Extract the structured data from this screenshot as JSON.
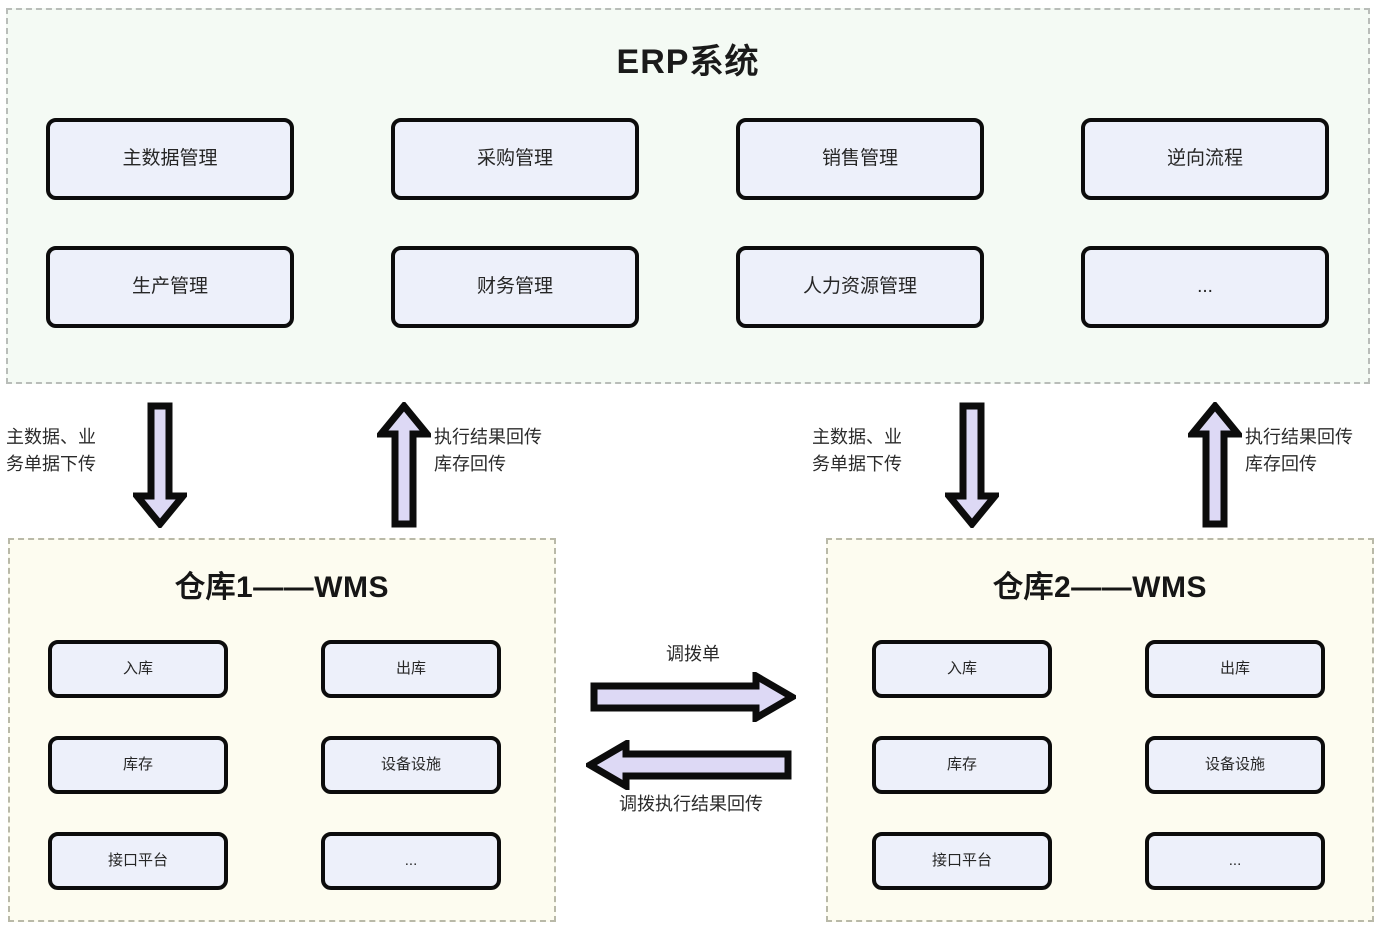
{
  "erp": {
    "title": "ERP系统",
    "modules": [
      {
        "label": "主数据管理"
      },
      {
        "label": "采购管理"
      },
      {
        "label": "销售管理"
      },
      {
        "label": "逆向流程"
      },
      {
        "label": "生产管理"
      },
      {
        "label": "财务管理"
      },
      {
        "label": "人力资源管理"
      },
      {
        "label": "..."
      }
    ]
  },
  "flows": {
    "left_down": {
      "label": "主数据、业\n务单据下传",
      "direction": "down",
      "icon": "arrow-down-icon"
    },
    "left_up": {
      "label": "执行结果回传\n库存回传",
      "direction": "up",
      "icon": "arrow-up-icon"
    },
    "right_down": {
      "label": "主数据、业\n务单据下传",
      "direction": "down",
      "icon": "arrow-down-icon"
    },
    "right_up": {
      "label": "执行结果回传\n库存回传",
      "direction": "up",
      "icon": "arrow-up-icon"
    }
  },
  "warehouses": [
    {
      "title": "仓库1——WMS",
      "modules": [
        {
          "label": "入库"
        },
        {
          "label": "出库"
        },
        {
          "label": "库存"
        },
        {
          "label": "设备设施"
        },
        {
          "label": "接口平台"
        },
        {
          "label": "..."
        }
      ]
    },
    {
      "title": "仓库2——WMS",
      "modules": [
        {
          "label": "入库"
        },
        {
          "label": "出库"
        },
        {
          "label": "库存"
        },
        {
          "label": "设备设施"
        },
        {
          "label": "接口平台"
        },
        {
          "label": "..."
        }
      ]
    }
  ],
  "transfer": {
    "forward": {
      "label": "调拨单",
      "direction": "right",
      "icon": "arrow-right-icon"
    },
    "backward": {
      "label": "调拨执行结果回传",
      "direction": "left",
      "icon": "arrow-left-icon"
    }
  },
  "colors": {
    "erp_panel_bg": "#f4faf4",
    "wms_panel_bg": "#fdfcf0",
    "module_box_bg": "#edf0fa",
    "module_box_border": "#0c0c0c",
    "arrow_fill": "#ddd9f5",
    "arrow_stroke": "#0c0c0c",
    "panel_dash_border": "#b9bdb9"
  }
}
